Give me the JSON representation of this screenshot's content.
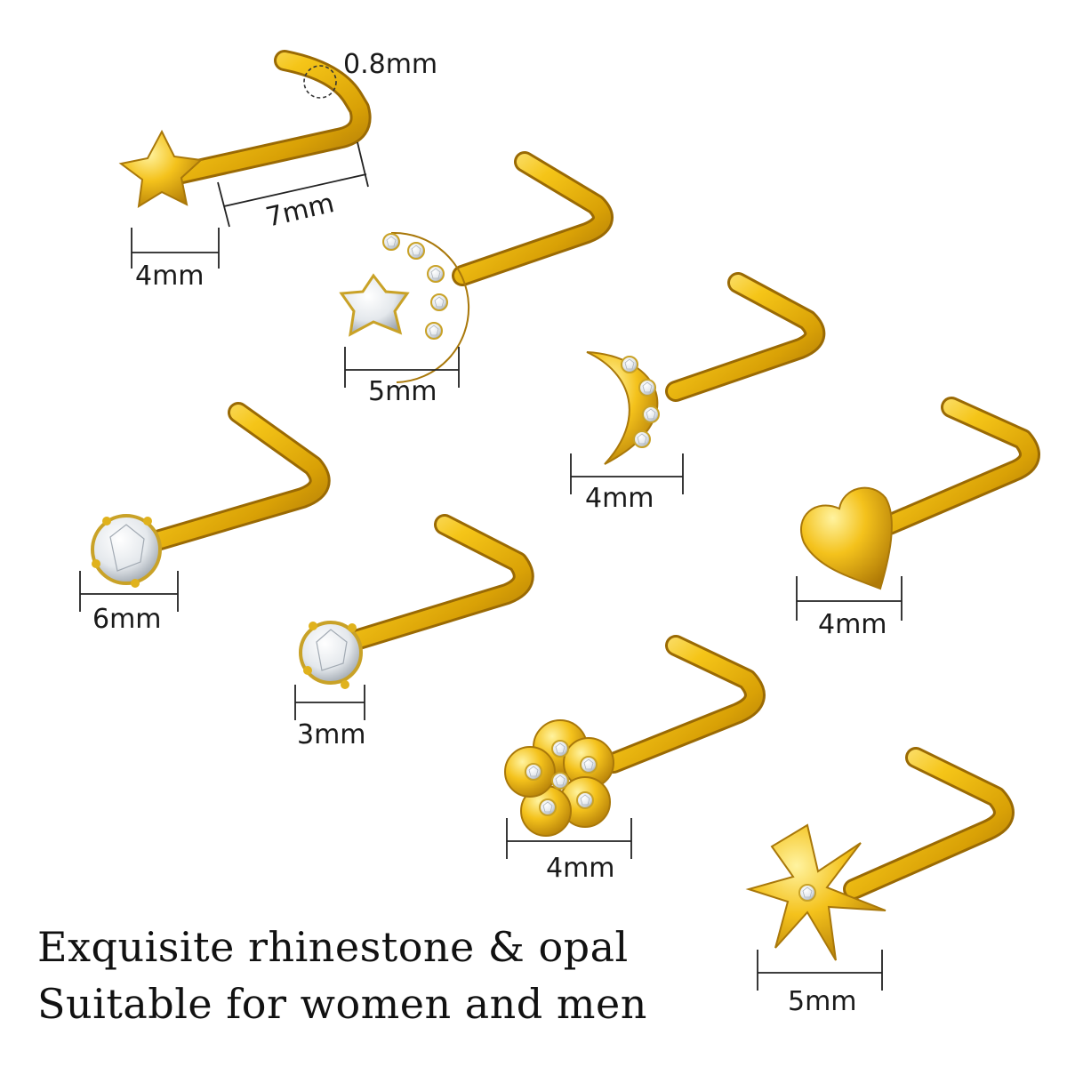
{
  "colors": {
    "gold_light": "#ffe680",
    "gold_mid": "#f2c21a",
    "gold_dark": "#b8860b",
    "gem_light": "#ffffff",
    "gem_dark": "#9aa3ad",
    "dimension_line": "#222222"
  },
  "captions": {
    "line1": "Exquisite rhinestone & opal",
    "line2": "Suitable for women and men"
  },
  "studs": [
    {
      "shape": "star",
      "head_size": "4mm",
      "length": "7mm",
      "gauge": "0.8mm"
    },
    {
      "shape": "moon and star with rhinestones",
      "head_size": "5mm"
    },
    {
      "shape": "crescent moon with rhinestones",
      "head_size": "4mm"
    },
    {
      "shape": "round rhinestone",
      "head_size": "6mm"
    },
    {
      "shape": "heart",
      "head_size": "4mm"
    },
    {
      "shape": "round rhinestone",
      "head_size": "3mm"
    },
    {
      "shape": "flower with rhinestones",
      "head_size": "4mm"
    },
    {
      "shape": "starburst with rhinestone",
      "head_size": "5mm"
    }
  ]
}
